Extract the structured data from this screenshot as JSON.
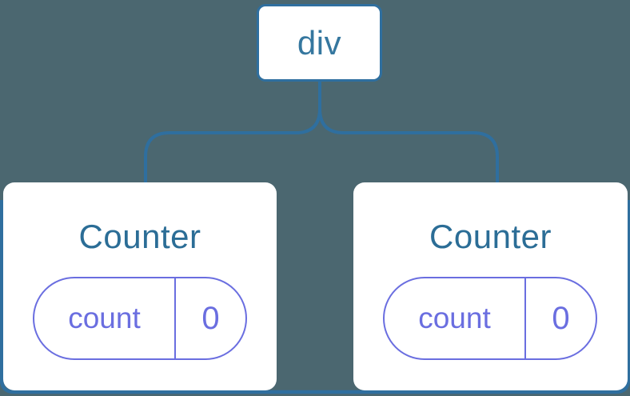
{
  "diagram": {
    "description": "React component tree: a div parent with two Counter children, each holding a count state of 0",
    "colors": {
      "background": "#4b6770",
      "node_stroke_blue": "#2f6f9f",
      "title_text_blue": "#2b6d96",
      "state_purple": "#6a6ee0",
      "card_fill": "#ffffff"
    },
    "root": {
      "label": "div"
    },
    "children": [
      {
        "title": "Counter",
        "state": {
          "key": "count",
          "value": "0"
        }
      },
      {
        "title": "Counter",
        "state": {
          "key": "count",
          "value": "0"
        }
      }
    ]
  }
}
